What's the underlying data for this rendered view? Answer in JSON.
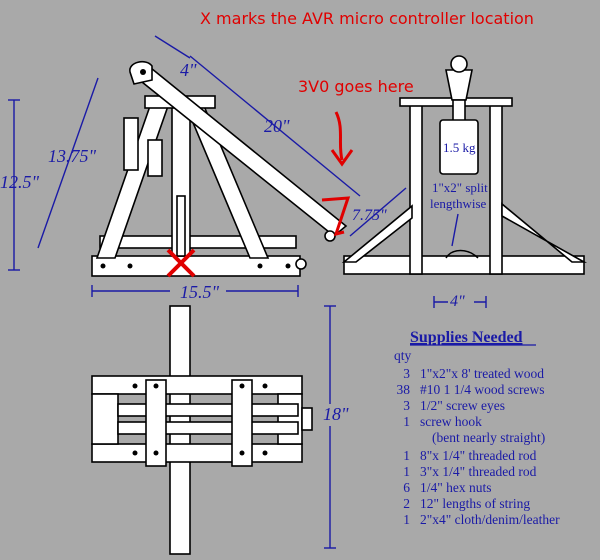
{
  "annotations": {
    "avr_note": "X marks the AVR micro controller location",
    "v3_note": "3V0 goes here"
  },
  "dimensions": {
    "height_12_5": "12.5\"",
    "leg_13_75": "13.75\"",
    "top_4": "4\"",
    "arm_20": "20\"",
    "cup_7_75": "7.75\"",
    "base_15_5": "15.5\"",
    "side_4": "4\"",
    "plan_18": "18\""
  },
  "labels": {
    "weight": "1.5 kg",
    "split_line1": "1\"x2\" split",
    "split_line2": "lengthwise"
  },
  "supplies": {
    "title": "Supplies Needed",
    "qty_header": "qty",
    "items": [
      {
        "qty": "3",
        "text": "1\"x2\"x 8' treated wood"
      },
      {
        "qty": "38",
        "text": "#10 1 1/4 wood screws"
      },
      {
        "qty": "3",
        "text": "1/2\" screw eyes"
      },
      {
        "qty": "1",
        "text": "screw hook"
      },
      {
        "qty": "",
        "text": "(bent nearly straight)"
      },
      {
        "qty": "1",
        "text": "8\"x 1/4\" threaded rod"
      },
      {
        "qty": "1",
        "text": "3\"x 1/4\" threaded rod"
      },
      {
        "qty": "6",
        "text": "1/4\" hex nuts"
      },
      {
        "qty": "2",
        "text": "12\" lengths of string"
      },
      {
        "qty": "1",
        "text": "2\"x4\" cloth/denim/leather"
      }
    ]
  }
}
